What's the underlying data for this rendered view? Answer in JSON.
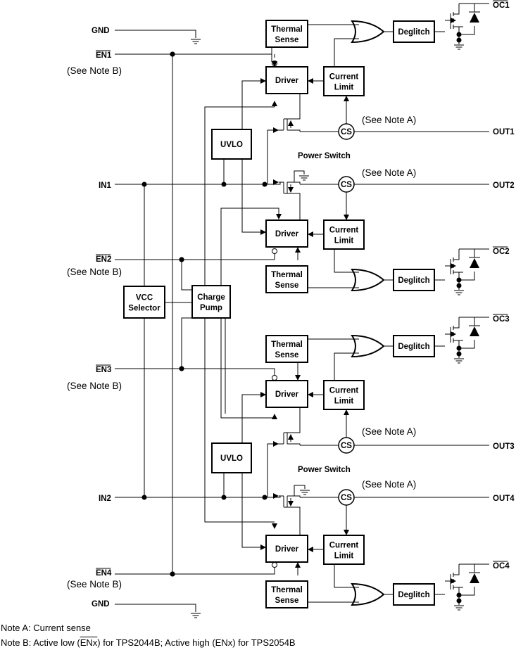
{
  "pins": {
    "gnd": "GND",
    "en": [
      "EN1",
      "EN2",
      "EN3",
      "EN4"
    ],
    "in": [
      "IN1",
      "IN2"
    ],
    "out": [
      "OUT1",
      "OUT2",
      "OUT3",
      "OUT4"
    ],
    "oc": [
      "OC1",
      "OC2",
      "OC3",
      "OC4"
    ]
  },
  "blocks": {
    "thermal": [
      "Thermal",
      "Sense"
    ],
    "driver": "Driver",
    "current": [
      "Current",
      "Limit"
    ],
    "deglitch": "Deglitch",
    "cs": "CS",
    "uvlo": "UVLO",
    "vcc": [
      "VCC",
      "Selector"
    ],
    "pump": [
      "Charge",
      "Pump"
    ]
  },
  "labels": {
    "power_switch": "Power Switch",
    "see_a": "(See Note A)",
    "see_b": "(See Note B)"
  },
  "notes": {
    "a": "Note A: Current sense",
    "b_prefix": "Note B: Active low (",
    "b_en_bar": "ENx",
    "b_mid": ") for TPS2044B; Active high (ENx) for TPS2054B"
  }
}
